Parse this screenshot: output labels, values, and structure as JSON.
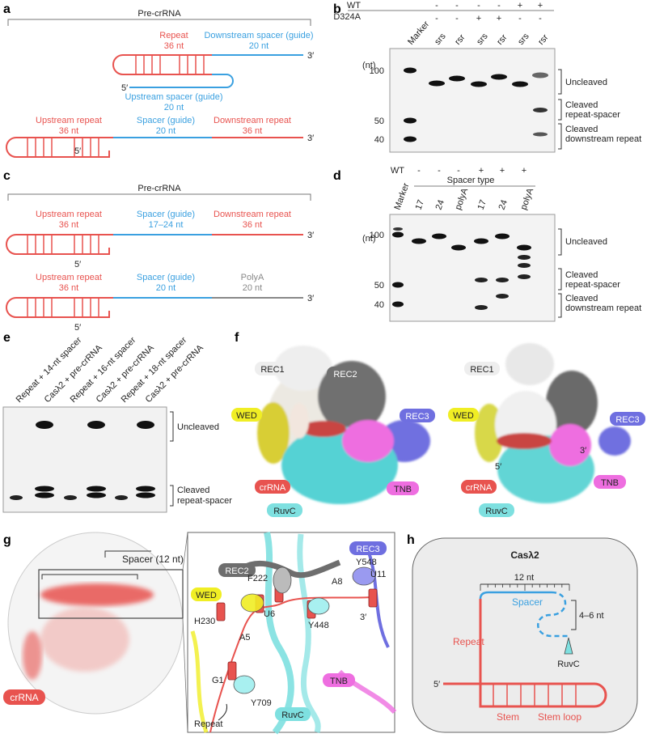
{
  "panels": {
    "a": {
      "letter": "a",
      "title": "Pre-crRNA",
      "repeat": "Repeat",
      "repeat_len": "36 nt",
      "down_spacer": "Downstream spacer (guide)",
      "down_spacer_len": "20 nt",
      "up_spacer": "Upstream spacer (guide)",
      "up_spacer_len": "20 nt",
      "up_repeat": "Upstream repeat",
      "up_repeat_len": "36 nt",
      "spacer": "Spacer (guide)",
      "spacer_len": "20 nt",
      "down_repeat": "Downstream repeat",
      "down_repeat_len": "36 nt",
      "end3": "3′",
      "end5": "5′"
    },
    "b": {
      "letter": "b",
      "row1_label": "WT",
      "row2_label": "D324A",
      "row1_signs": [
        "-",
        "-",
        "-",
        "-",
        "+",
        "+"
      ],
      "row2_signs": [
        "-",
        "-",
        "+",
        "+",
        "-",
        "-"
      ],
      "lanes": [
        "Marker",
        "srs",
        "rsr",
        "srs",
        "rsr",
        "srs",
        "rsr"
      ],
      "unit": "(nt)",
      "markers": [
        "100",
        "50",
        "40"
      ],
      "bands": [
        "Uncleaved",
        "Cleaved repeat-spacer",
        "Cleaved downstream repeat"
      ]
    },
    "c": {
      "letter": "c",
      "title": "Pre-crRNA",
      "up_repeat": "Upstream repeat",
      "up_repeat_len": "36 nt",
      "spacer": "Spacer (guide)",
      "spacer_len": "17–24 nt",
      "down_repeat": "Downstream repeat",
      "down_repeat_len": "36 nt",
      "up_repeat2": "Upstream repeat",
      "up_repeat2_len": "36 nt",
      "spacer2": "Spacer (guide)",
      "spacer2_len": "20 nt",
      "polya": "PolyA",
      "polya_len": "20 nt",
      "end3": "3′",
      "end5": "5′"
    },
    "d": {
      "letter": "d",
      "wt_label": "WT",
      "wt_signs": [
        "-",
        "-",
        "-",
        "+",
        "+",
        "+"
      ],
      "spacer_type": "Spacer type",
      "lanes": [
        "Marker",
        "17",
        "24",
        "polyA",
        "17",
        "24",
        "polyA"
      ],
      "unit": "(nt)",
      "markers": [
        "100",
        "50",
        "40"
      ],
      "bands": [
        "Uncleaved",
        "Cleaved repeat-spacer",
        "Cleaved downstream repeat"
      ]
    },
    "e": {
      "letter": "e",
      "lanes": [
        "Repeat + 14-nt spacer",
        "Casλ2 + pre-crRNA",
        "Repeat + 16-nt spacer",
        "Casλ2 + pre-crRNA",
        "Repeat + 18-nt spacer",
        "Casλ2 + pre-crRNA"
      ],
      "bands": [
        "Uncleaved",
        "Cleaved repeat-spacer"
      ]
    },
    "f": {
      "letter": "f",
      "domains": {
        "rec1": "REC1",
        "rec2": "REC2",
        "rec3": "REC3",
        "wed": "WED",
        "crrna": "crRNA",
        "tnb": "TNB",
        "ruvc": "RuvC"
      },
      "end5": "5′",
      "end3": "3′"
    },
    "g": {
      "letter": "g",
      "spacer_label": "Spacer (12 nt)",
      "crrna": "crRNA",
      "rec2": "REC2",
      "rec3": "REC3",
      "wed": "WED",
      "tnb": "TNB",
      "ruvc": "RuvC",
      "residues": [
        "F222",
        "H230",
        "U6",
        "A8",
        "Y448",
        "A5",
        "Y548",
        "U11",
        "G1",
        "Y709"
      ],
      "end3": "3′",
      "repeat": "Repeat"
    },
    "h": {
      "letter": "h",
      "title": "Casλ2",
      "nt12": "12 nt",
      "spacer": "Spacer",
      "nt46": "4–6 nt",
      "repeat": "Repeat",
      "ruvc": "RuvC",
      "end5": "5′",
      "stem": "Stem",
      "stem_loop": "Stem loop"
    }
  },
  "colors": {
    "repeat": "#e8534f",
    "spacer": "#3aa0e0",
    "polya": "#888888",
    "rec1": "#e6e6e6",
    "rec2": "#6e6e6e",
    "rec3": "#6f6fe0",
    "wed": "#e6e23c",
    "crrna": "#e8534f",
    "tnb": "#ee6ee0",
    "ruvc": "#7ee0e0"
  }
}
